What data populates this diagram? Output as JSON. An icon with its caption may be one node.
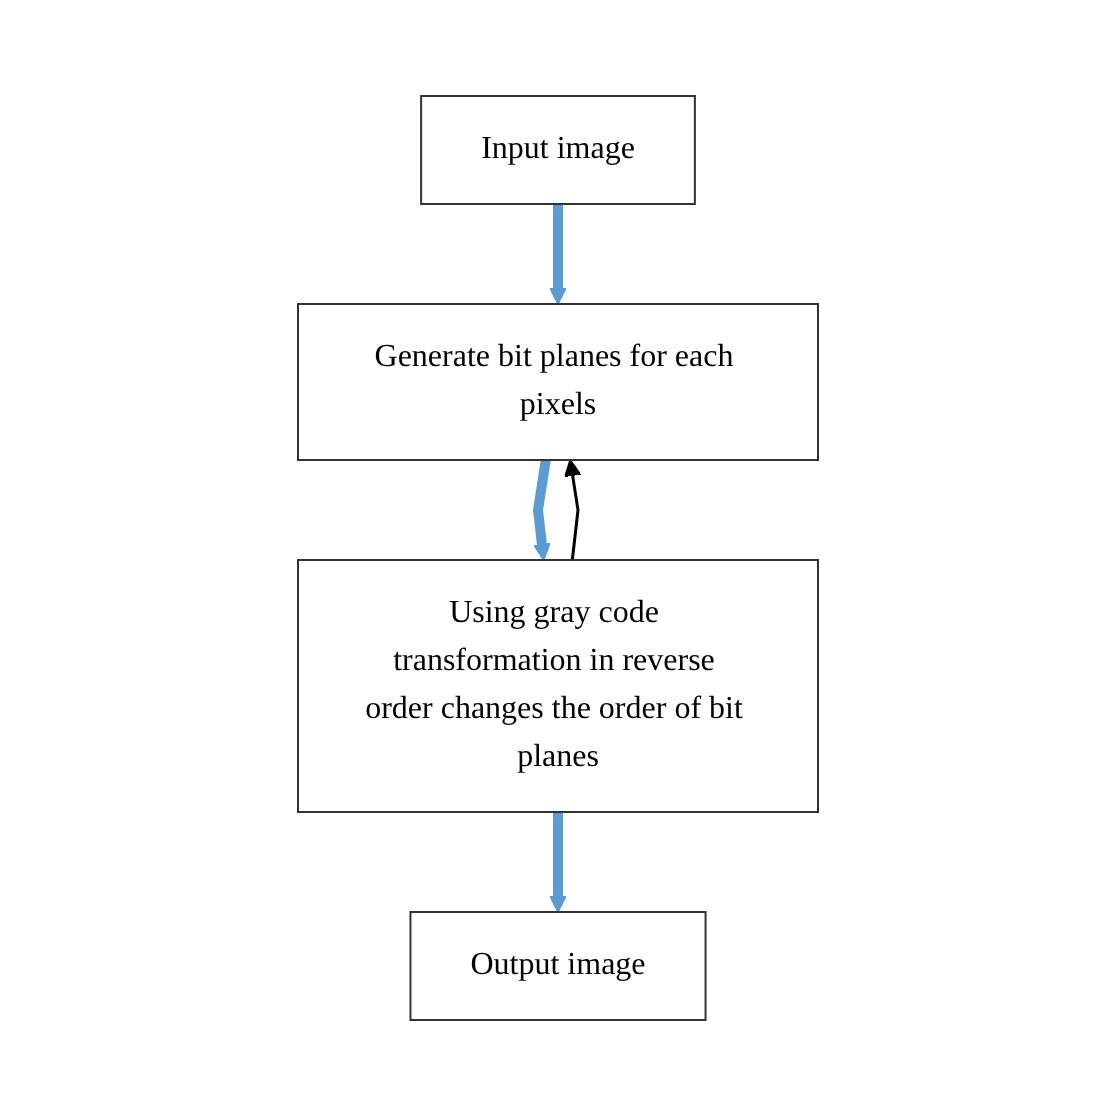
{
  "diagram": {
    "nodes": [
      {
        "text": [
          "Input image"
        ]
      },
      {
        "text": [
          "Generate bit planes for each pixels"
        ]
      },
      {
        "text": [
          "Using gray code transformation in reverse order changes the order of bit planes"
        ]
      },
      {
        "text": [
          "Output image"
        ]
      }
    ],
    "edges": [
      {
        "from": 0,
        "to": 1,
        "arrow": "to"
      },
      {
        "from": 1,
        "to": 2,
        "arrow": "to"
      },
      {
        "from": 2,
        "to": 3,
        "arrow": "to"
      },
      {
        "from": 2,
        "to": 1,
        "arrow": "to",
        "color": "#000000"
      }
    ]
  }
}
